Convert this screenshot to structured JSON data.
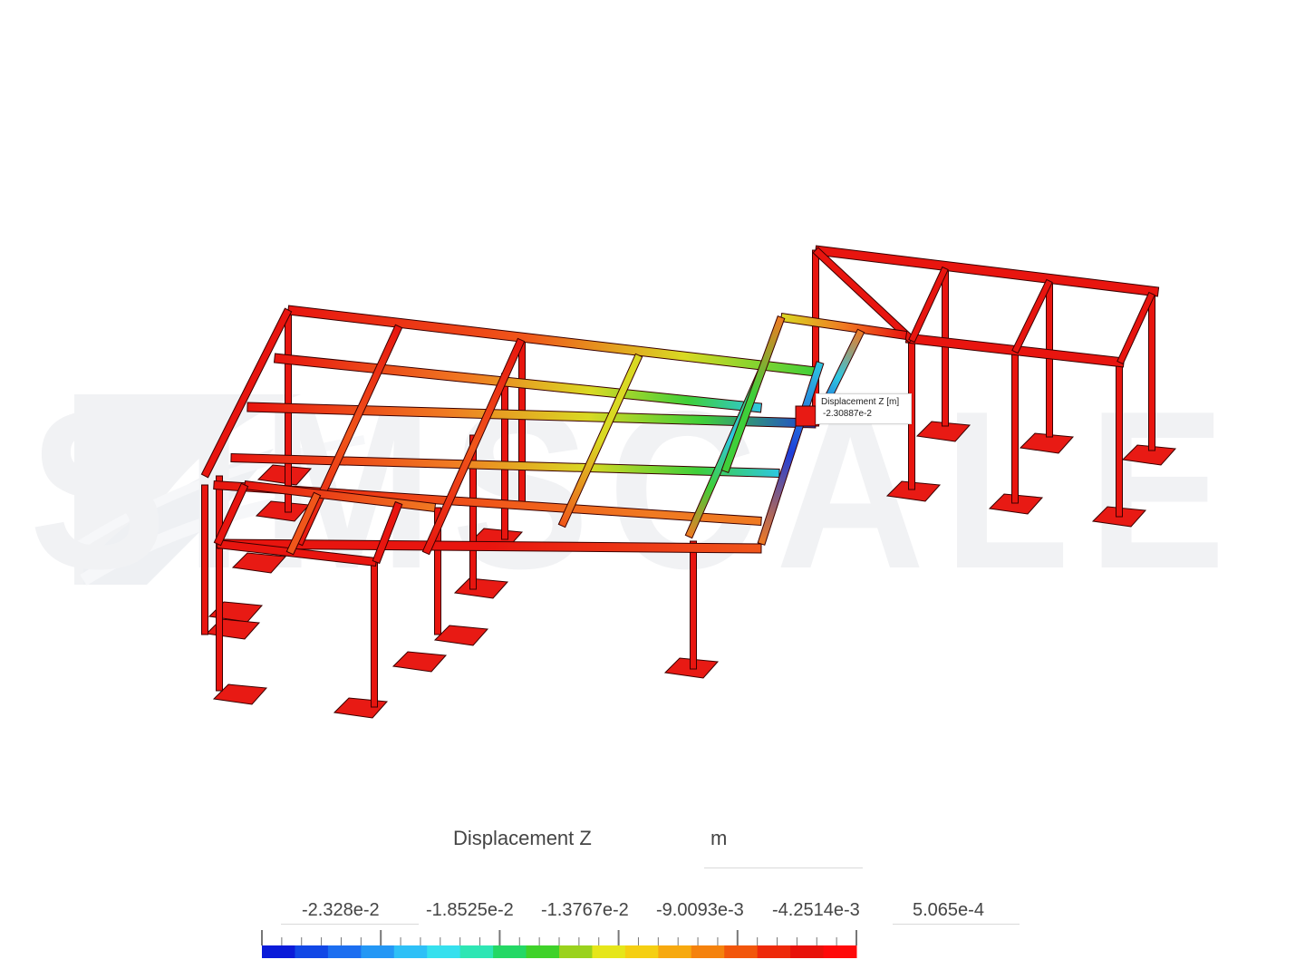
{
  "watermark": {
    "text": "SIMSCALE"
  },
  "probe": {
    "label": "Displacement Z [m]",
    "value": "-2.30887e-2"
  },
  "legend": {
    "title": "Displacement Z",
    "unit": "m",
    "tick_labels": [
      "-2.328e-2",
      "-1.8525e-2",
      "-1.3767e-2",
      "-9.0093e-3",
      "-4.2514e-3",
      "5.065e-4"
    ],
    "colors": [
      "#0a1bd9",
      "#1147e6",
      "#1c6ef0",
      "#2497f5",
      "#2ec0f7",
      "#36e0ee",
      "#2ee6b4",
      "#24d865",
      "#3fd22a",
      "#9ad21d",
      "#e6e61a",
      "#f5cf12",
      "#f7a90f",
      "#f5820d",
      "#f2560b",
      "#ee2a0a",
      "#e8120a",
      "#ff0a0a"
    ],
    "range": [
      -0.02328,
      0.0005065
    ]
  },
  "colors": {
    "high": "#e81a14",
    "outline": "#3a0000",
    "watermark": "#f1f2f4"
  }
}
